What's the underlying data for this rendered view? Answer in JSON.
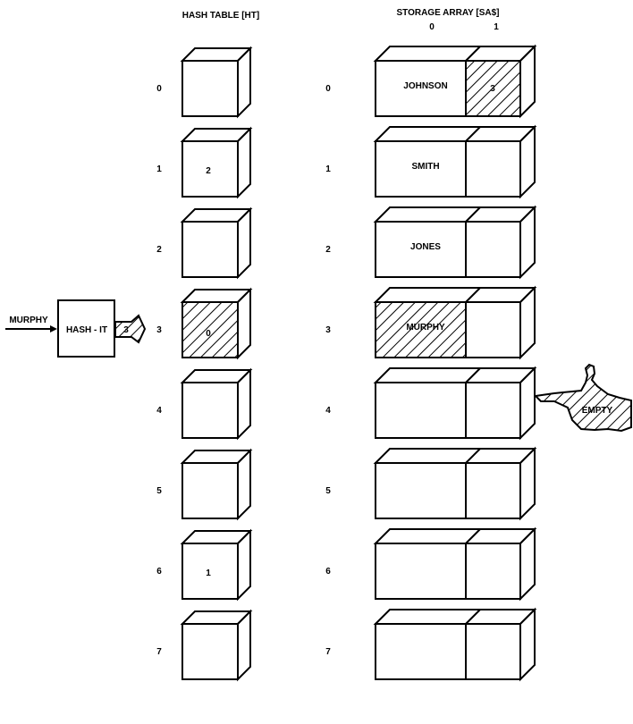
{
  "hash_table": {
    "title": "HASH TABLE [HT]",
    "rows": [
      {
        "index": "0",
        "value": "",
        "highlighted": false
      },
      {
        "index": "1",
        "value": "2",
        "highlighted": false
      },
      {
        "index": "2",
        "value": "",
        "highlighted": false
      },
      {
        "index": "3",
        "value": "0",
        "highlighted": true
      },
      {
        "index": "4",
        "value": "",
        "highlighted": false
      },
      {
        "index": "5",
        "value": "",
        "highlighted": false
      },
      {
        "index": "6",
        "value": "1",
        "highlighted": false
      },
      {
        "index": "7",
        "value": "",
        "highlighted": false
      }
    ]
  },
  "storage_array": {
    "title": "STORAGE ARRAY [SA$]",
    "columns": [
      "0",
      "1"
    ],
    "rows": [
      {
        "index": "0",
        "name": "JOHNSON",
        "link": "3",
        "name_hatched": false,
        "link_hatched": true
      },
      {
        "index": "1",
        "name": "SMITH",
        "link": "",
        "name_hatched": false,
        "link_hatched": false
      },
      {
        "index": "2",
        "name": "JONES",
        "link": "",
        "name_hatched": false,
        "link_hatched": false
      },
      {
        "index": "3",
        "name": "MURPHY",
        "link": "",
        "name_hatched": true,
        "link_hatched": false
      },
      {
        "index": "4",
        "name": "",
        "link": "",
        "name_hatched": false,
        "link_hatched": false
      },
      {
        "index": "5",
        "name": "",
        "link": "",
        "name_hatched": false,
        "link_hatched": false
      },
      {
        "index": "6",
        "name": "",
        "link": "",
        "name_hatched": false,
        "link_hatched": false
      },
      {
        "index": "7",
        "name": "",
        "link": "",
        "name_hatched": false,
        "link_hatched": false
      }
    ]
  },
  "hash_function": {
    "input": "MURPHY",
    "label": "HASH - IT",
    "output": "3"
  },
  "pointer": {
    "label": "EMPTY",
    "target_row": 4
  }
}
